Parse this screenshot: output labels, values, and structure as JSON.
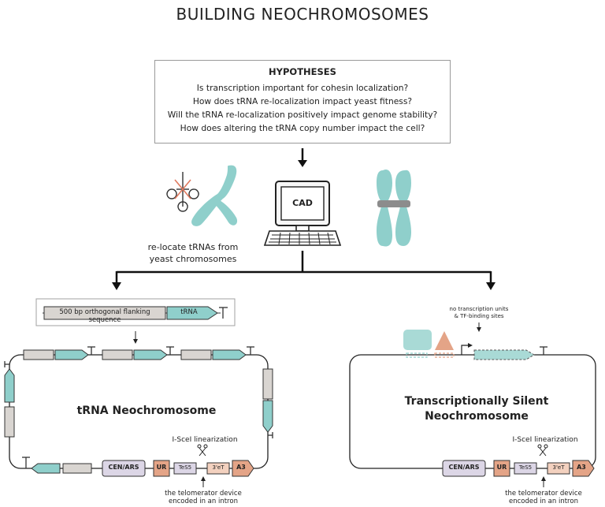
{
  "title": "BUILDING NEOCHROMOSOMES",
  "hypotheses": {
    "heading": "HYPOTHESES",
    "questions": [
      "Is transcription important for cohesin localization?",
      "How does tRNA re-localization impact yeast fitness?",
      "Will the tRNA re-localization positively impact genome stability?",
      "How does altering the tRNA copy number impact the cell?"
    ]
  },
  "cad_label": "CAD",
  "relocate_label": [
    "re-locate tRNAs from",
    "yeast chromosomes"
  ],
  "construct": {
    "flanking_label": "500 bp orthogonal flanking sequence",
    "trna_label": "tRNA"
  },
  "left_neo": {
    "title": "tRNA Neochromosome",
    "linearization_label": "I-SceI linearization",
    "cen_ars": "CEN/ARS",
    "ur": "UR",
    "tes5": "TeS5",
    "tes3": "3'eT",
    "a3": "A3",
    "telomerator": [
      "the telomerator device",
      "encoded in an intron"
    ]
  },
  "right_neo": {
    "title": [
      "Transcriptionally Silent",
      "Neochromosome"
    ],
    "note": [
      "no transcription units",
      "& TF-binding sites"
    ],
    "linearization_label": "I-SceI linearization",
    "cen_ars": "CEN/ARS",
    "ur": "UR",
    "tes5": "TeS5",
    "tes3": "3'eT",
    "a3": "A3",
    "telomerator": [
      "the telomerator device",
      "encoded in an intron"
    ]
  },
  "colors": {
    "teal": "#8fcfcb",
    "grey_block": "#d9d5d1",
    "orange": "#e4a487",
    "lavender": "#dcd6e6",
    "peach": "#f3d1bf"
  }
}
